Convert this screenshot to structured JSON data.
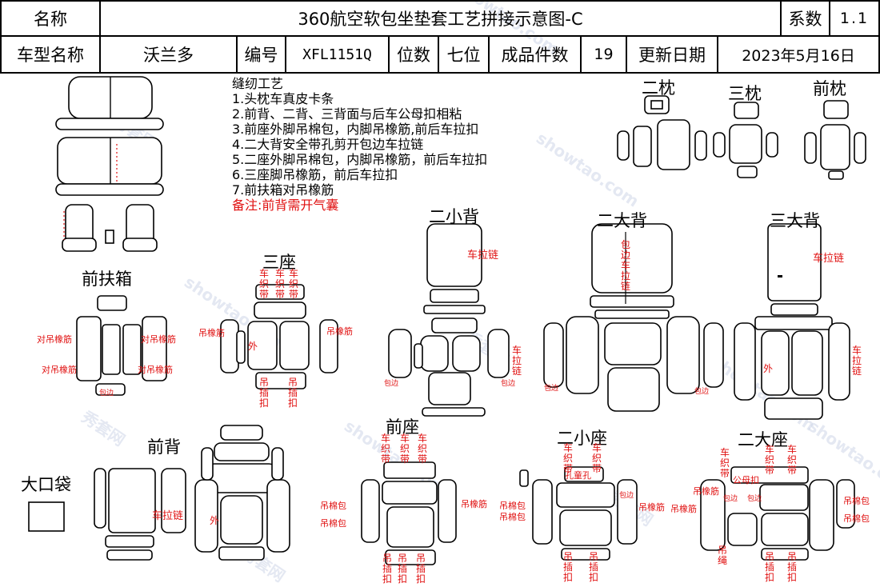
{
  "header": {
    "name_label": "名称",
    "title": "360航空软包坐垫套工艺拼接示意图-C",
    "coef_label": "系数",
    "coef_value": "1.1",
    "model_label": "车型名称",
    "model_value": "沃兰多",
    "code_label": "编号",
    "code_value": "XFL1151Q",
    "seat_count_label": "位数",
    "seat_count_value": "七位",
    "pieces_label": "成品件数",
    "pieces_value": "19",
    "updated_label": "更新日期",
    "updated_value": "2023年5月16日"
  },
  "process": {
    "title": "缝纫工艺",
    "steps": [
      "1.头枕车真皮卡条",
      "2.前背、二背、三背面与后车公母扣相粘",
      "3.前座外脚吊棉包，内脚吊橡筋,前后车拉扣",
      "4.二大背安全带孔剪开包边车拉链",
      "5.二座外脚吊棉包，内脚吊橡筋，前后车拉扣",
      "6.三座脚吊橡筋，前后车拉扣",
      "7.前扶箱对吊橡筋"
    ],
    "remark": "备注:前背需开气囊"
  },
  "sections": {
    "er_zhen": "二枕",
    "san_zhen": "三枕",
    "qian_zhen": "前枕",
    "er_xiao_bei": "二小背",
    "er_da_bei": "二大背",
    "san_da_bei": "三大背",
    "qian_fu_xiang": "前扶箱",
    "san_zuo": "三座",
    "qian_bei": "前背",
    "qian_zuo": "前座",
    "er_xiao_zuo": "二小座",
    "er_da_zuo": "二大座",
    "da_kou_dai": "大口袋"
  },
  "annotations": {
    "zipper": "车拉链",
    "edge_zipper_v": "包边车拉链",
    "zipper_v": "车拉链",
    "elastic_pair": "对吊橡筋",
    "elastic": "吊橡筋",
    "cotton": "吊棉包",
    "weave_belt": "车织带",
    "hook_buckle": "吊插扣",
    "edge": "包边",
    "outer": "外",
    "child_hole": "孔童孔",
    "snap": "公母扣",
    "rope": "吊绳"
  },
  "watermark": {
    "site": "showtao.com",
    "brand": "秀套网"
  }
}
